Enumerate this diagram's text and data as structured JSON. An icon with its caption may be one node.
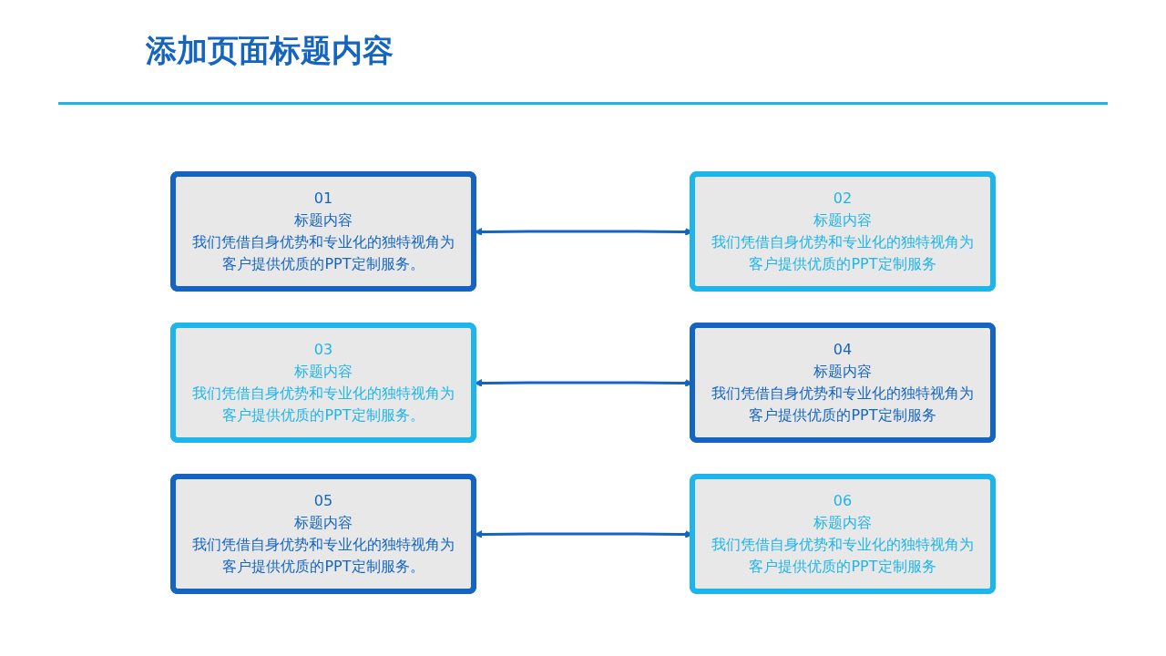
{
  "diagram": {
    "title": "添加页面标题内容",
    "nodes": [
      {
        "text": [
          "01",
          "标题内容",
          "我们凭借自身优势和专业化的独特视角为客户提供优质的PPT定制服务。"
        ]
      },
      {
        "text": [
          "02",
          "标题内容",
          "我们凭借自身优势和专业化的独特视角为客户提供优质的PPT定制服务"
        ]
      },
      {
        "text": [
          "03",
          "标题内容",
          "我们凭借自身优势和专业化的独特视角为客户提供优质的PPT定制服务。"
        ]
      },
      {
        "text": [
          "04",
          "标题内容",
          "我们凭借自身优势和专业化的独特视角为客户提供优质的PPT定制服务"
        ]
      },
      {
        "text": [
          "05",
          "标题内容",
          "我们凭借自身优势和专业化的独特视角为客户提供优质的PPT定制服务。"
        ]
      },
      {
        "text": [
          "06",
          "标题内容",
          "我们凭借自身优势和专业化的独特视角为客户提供优质的PPT定制服务"
        ]
      }
    ],
    "edges": [
      {
        "from": 0,
        "to": 1,
        "arrow": "both"
      },
      {
        "from": 2,
        "to": 3,
        "arrow": "both"
      },
      {
        "from": 4,
        "to": 5,
        "arrow": "both"
      }
    ]
  }
}
